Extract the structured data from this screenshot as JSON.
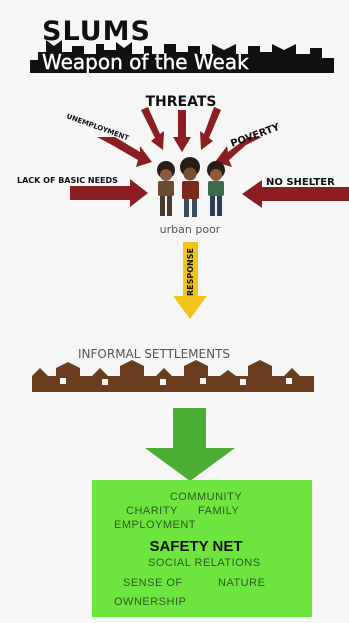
{
  "title": {
    "main": "SLUMS",
    "subtitle": "Weapon of the Weak"
  },
  "threats": {
    "heading": "THREATS",
    "items": [
      "UNEMPLOYMENT",
      "POVERTY",
      "LACK OF BASIC NEEDS",
      "NO SHELTER"
    ],
    "arrow_color": "#8b1e23"
  },
  "people": {
    "label": "urban poor",
    "count": 3
  },
  "response": {
    "label": "RESPONSE",
    "arrow_color": "#f2c318"
  },
  "settlements": {
    "label": "INFORMAL SETTLEMENTS",
    "color": "#6b3d1f"
  },
  "safety_net": {
    "arrow_color": "#4cae34",
    "box_color": "#6ee43f",
    "title": "SAFETY NET",
    "words": [
      "COMMUNITY",
      "CHARITY",
      "FAMILY",
      "EMPLOYMENT",
      "SOCIAL RELATIONS",
      "SENSE OF",
      "NATURE",
      "OWNERSHIP"
    ]
  }
}
